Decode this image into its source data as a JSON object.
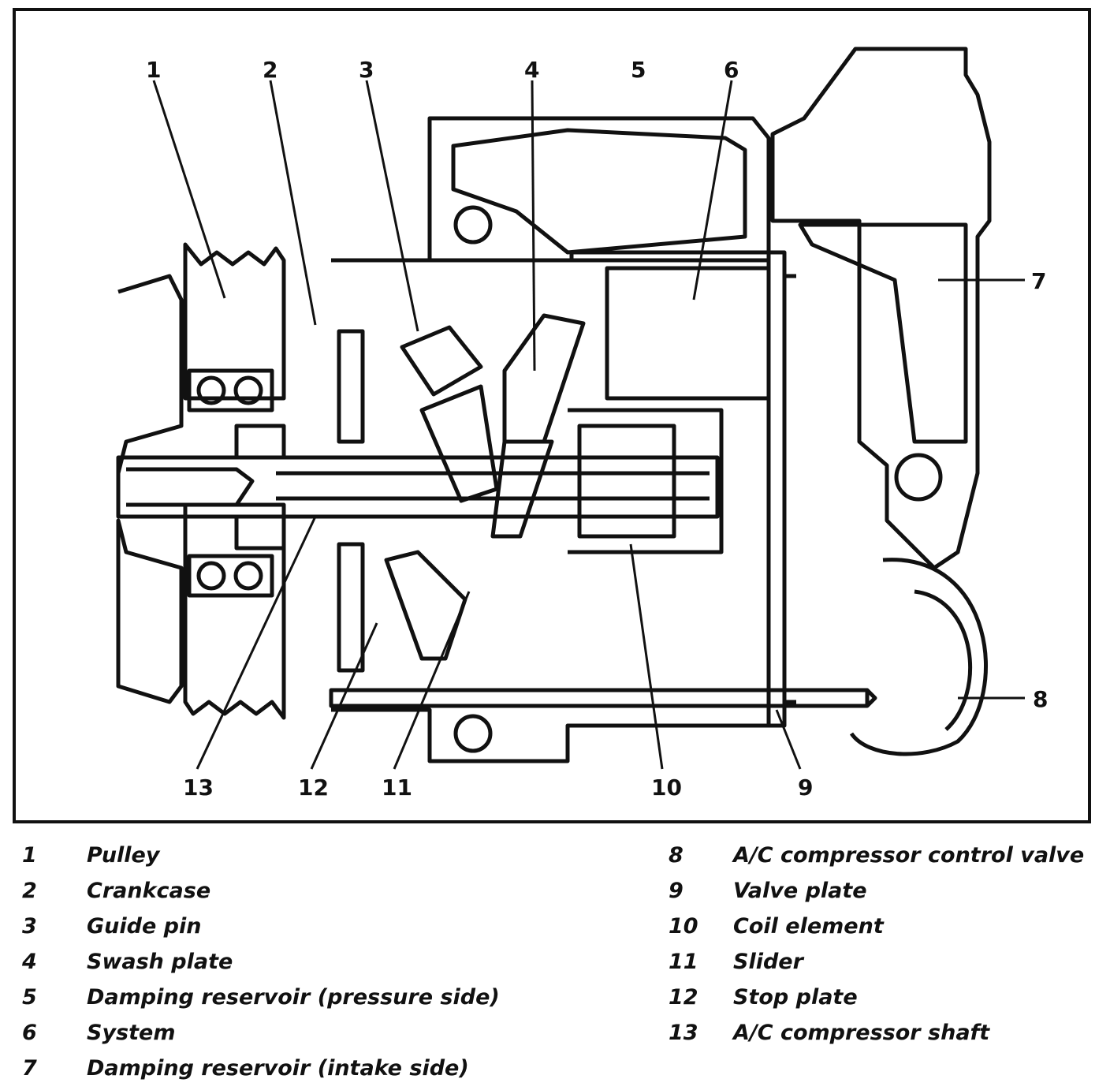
{
  "callouts": [
    {
      "number": "1"
    },
    {
      "number": "2"
    },
    {
      "number": "3"
    },
    {
      "number": "4"
    },
    {
      "number": "5"
    },
    {
      "number": "6"
    },
    {
      "number": "7"
    },
    {
      "number": "8"
    },
    {
      "number": "9"
    },
    {
      "number": "10"
    },
    {
      "number": "11"
    },
    {
      "number": "12"
    },
    {
      "number": "13"
    }
  ],
  "legend": {
    "left": [
      {
        "number": "1",
        "label": "Pulley"
      },
      {
        "number": "2",
        "label": "Crankcase"
      },
      {
        "number": "3",
        "label": "Guide pin"
      },
      {
        "number": "4",
        "label": "Swash plate"
      },
      {
        "number": "5",
        "label": "Damping reservoir (pressure side)"
      },
      {
        "number": "6",
        "label": "System"
      },
      {
        "number": "7",
        "label": "Damping reservoir (intake side)"
      }
    ],
    "right": [
      {
        "number": "8",
        "label": "A/C compressor control valve"
      },
      {
        "number": "9",
        "label": "Valve plate"
      },
      {
        "number": "10",
        "label": "Coil element"
      },
      {
        "number": "11",
        "label": "Slider"
      },
      {
        "number": "12",
        "label": "Stop plate"
      },
      {
        "number": "13",
        "label": "A/C compressor shaft"
      }
    ]
  }
}
